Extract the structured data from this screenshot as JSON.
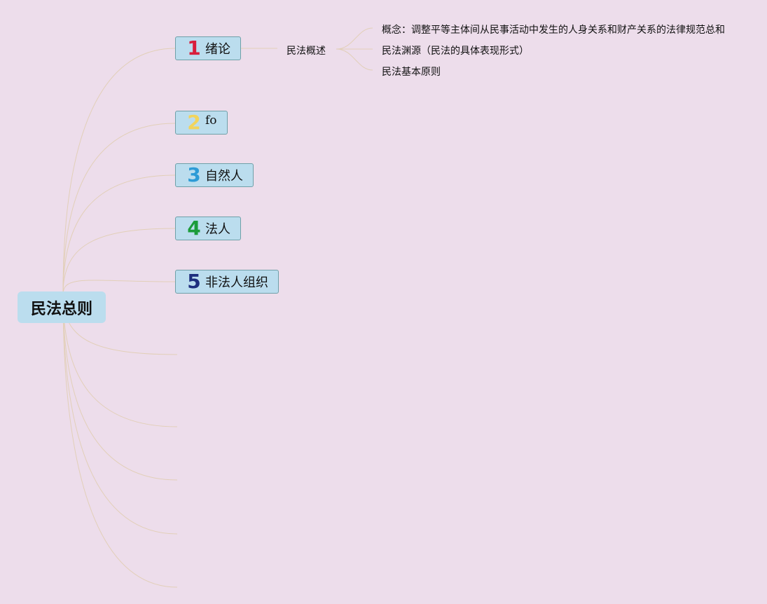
{
  "root": {
    "label": "民法总则"
  },
  "topics": [
    {
      "number": "1",
      "label": "绪论",
      "number_color": "#D81E3C"
    },
    {
      "number": "2",
      "label": "fo",
      "number_color": "#F2D45C"
    },
    {
      "number": "3",
      "label": "自然人",
      "number_color": "#2E9BD6"
    },
    {
      "number": "4",
      "label": "法人",
      "number_color": "#1C9C3A"
    },
    {
      "number": "5",
      "label": "非法人组织",
      "number_color": "#1E2F7E"
    }
  ],
  "subtopic": {
    "label": "民法概述"
  },
  "details": [
    "概念：调整平等主体间从民事活动中发生的人身关系和财产关系的法律规范总和",
    "民法渊源（民法的具体表现形式）",
    "民法基本原则"
  ],
  "colors": {
    "background": "#EDDDEB",
    "node_fill": "#BBDDEE",
    "node_border": "#6FA0A8",
    "connector": "#E2CFB8"
  }
}
